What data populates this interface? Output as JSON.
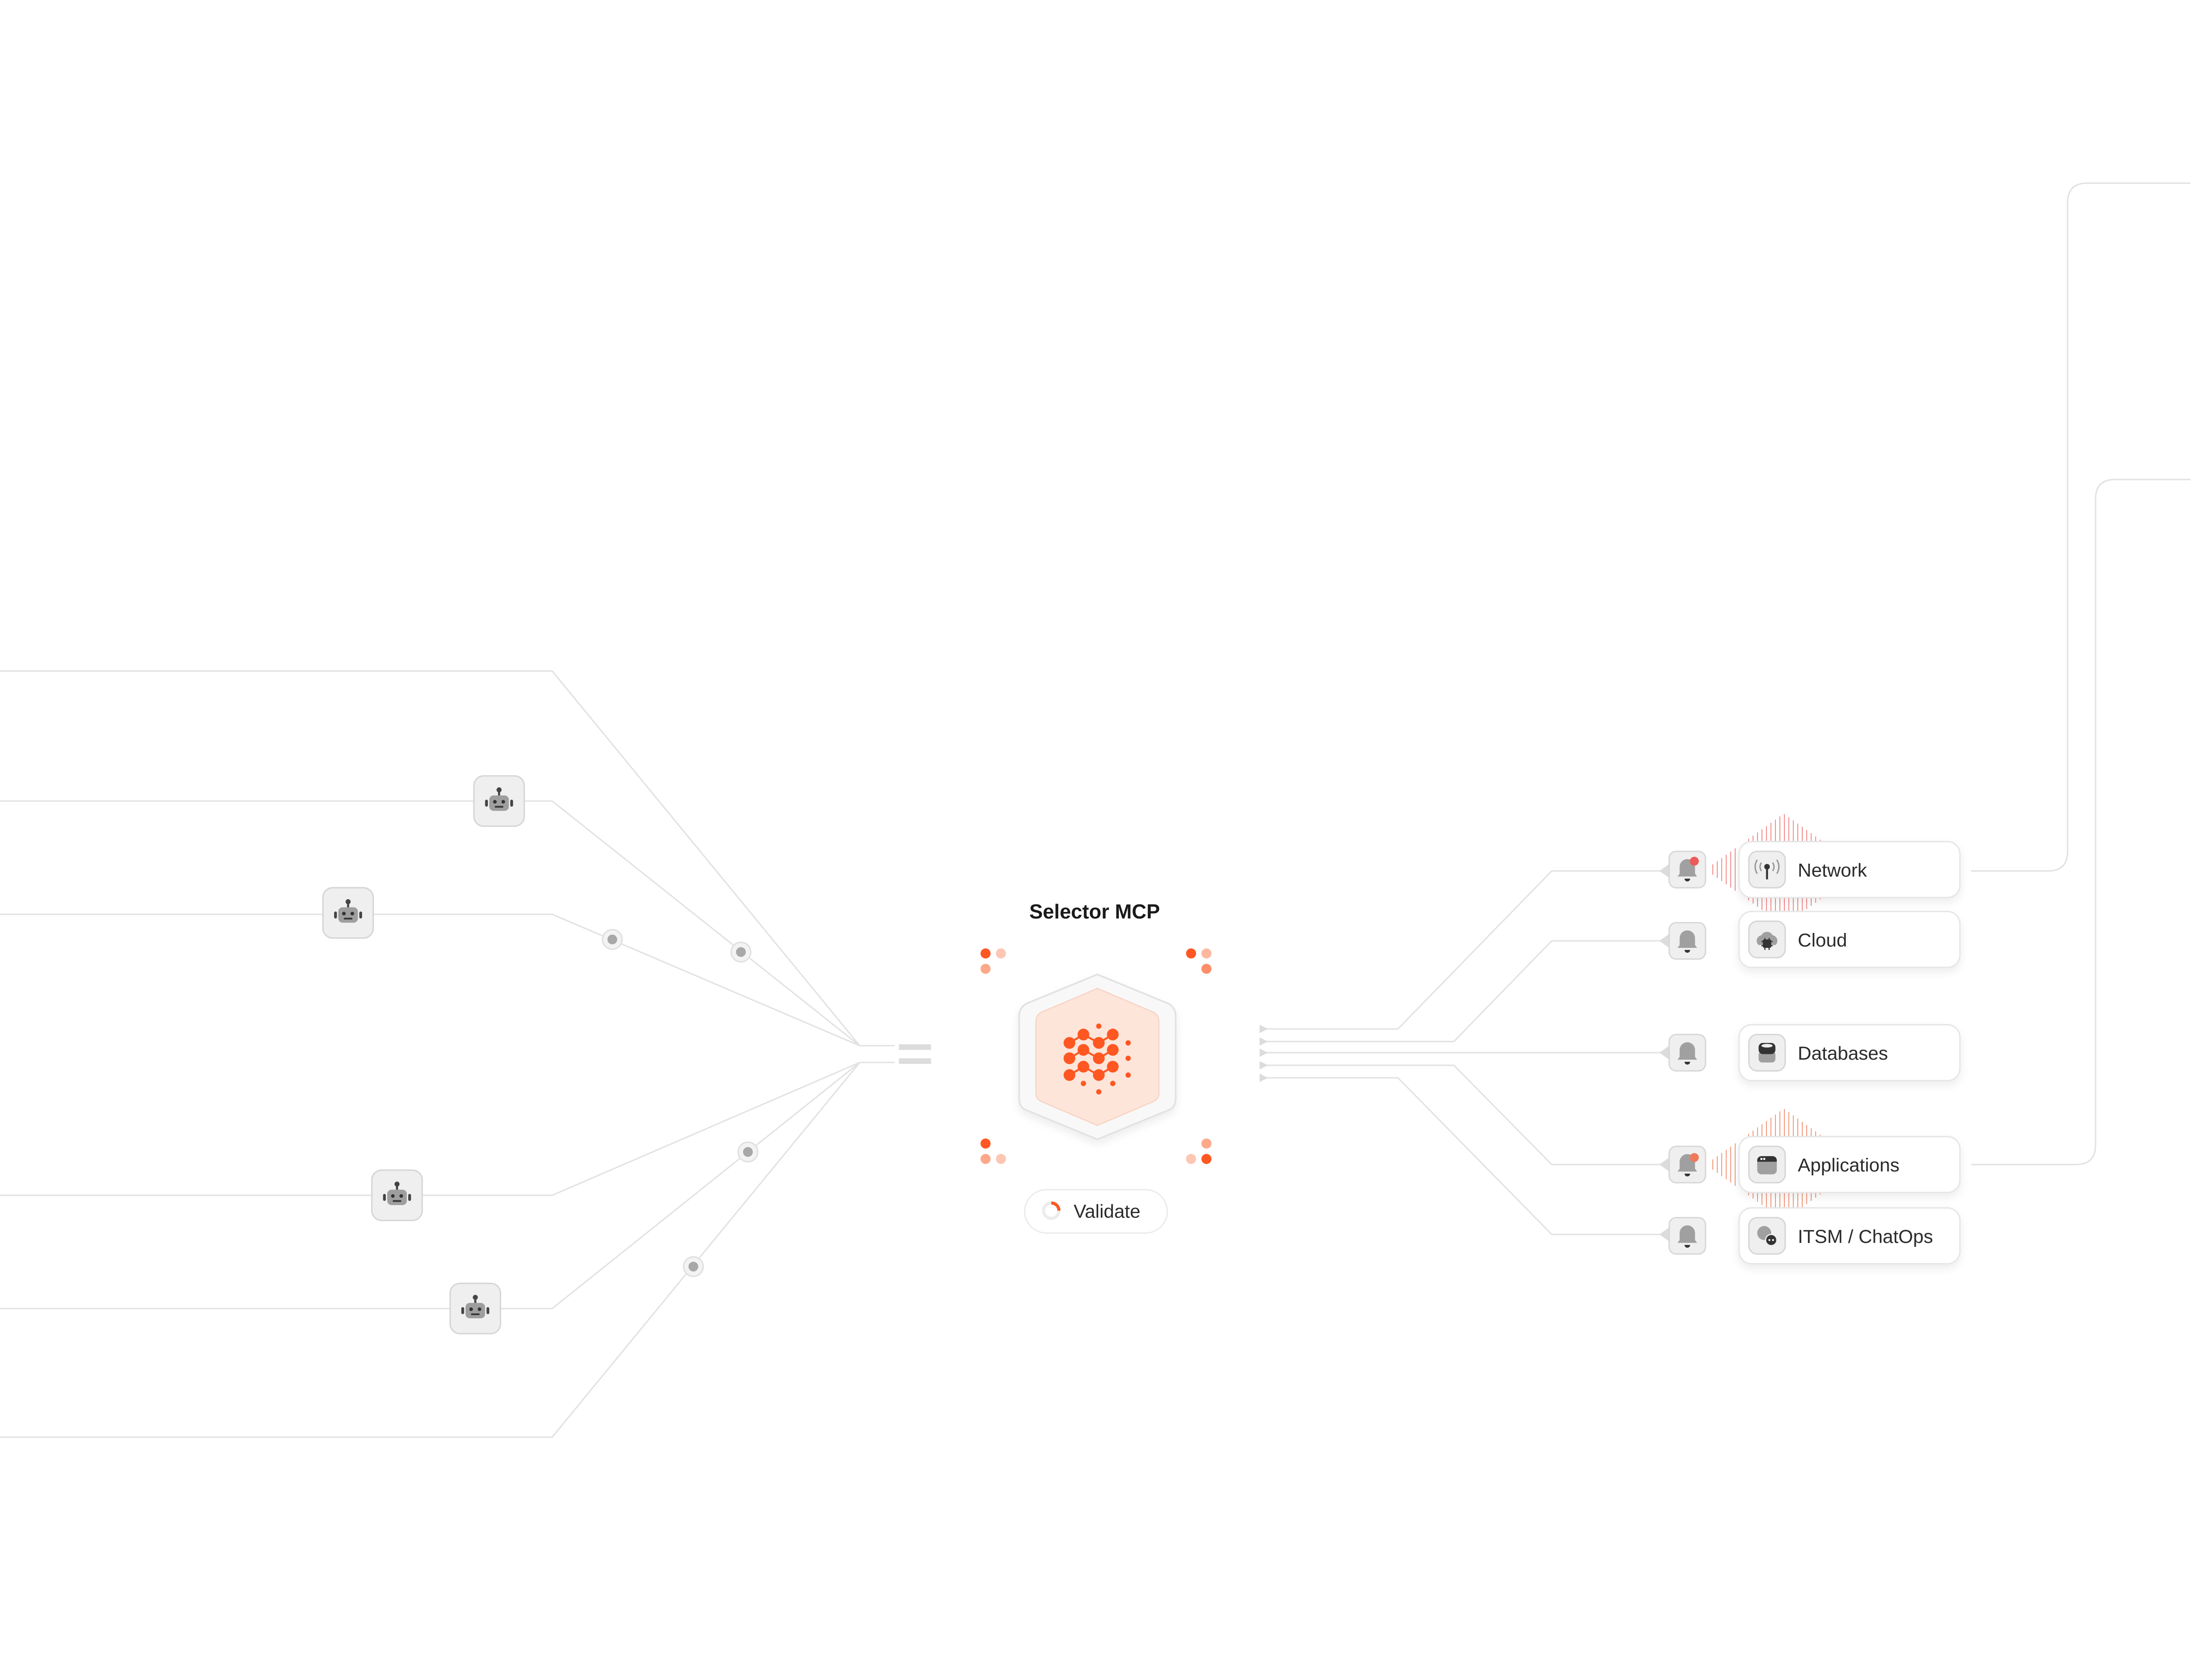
{
  "hub": {
    "title": "Selector MCP",
    "validate_label": "Validate",
    "accent": "#ff5722",
    "accent_light": "#fde5da"
  },
  "agents": [
    {
      "icon": "robot-icon"
    },
    {
      "icon": "robot-icon"
    },
    {
      "icon": "robot-icon"
    },
    {
      "icon": "robot-icon"
    }
  ],
  "targets": [
    {
      "label": "Network",
      "icon": "antenna-icon",
      "alert": true,
      "alert_color": "#ee5a5a"
    },
    {
      "label": "Cloud",
      "icon": "cloud-chip-icon",
      "alert": false
    },
    {
      "label": "Databases",
      "icon": "database-icon",
      "alert": false
    },
    {
      "label": "Applications",
      "icon": "app-window-icon",
      "alert": true,
      "alert_color": "#ee7a5a"
    },
    {
      "label": "ITSM / ChatOps",
      "icon": "chat-icon",
      "alert": false
    }
  ]
}
